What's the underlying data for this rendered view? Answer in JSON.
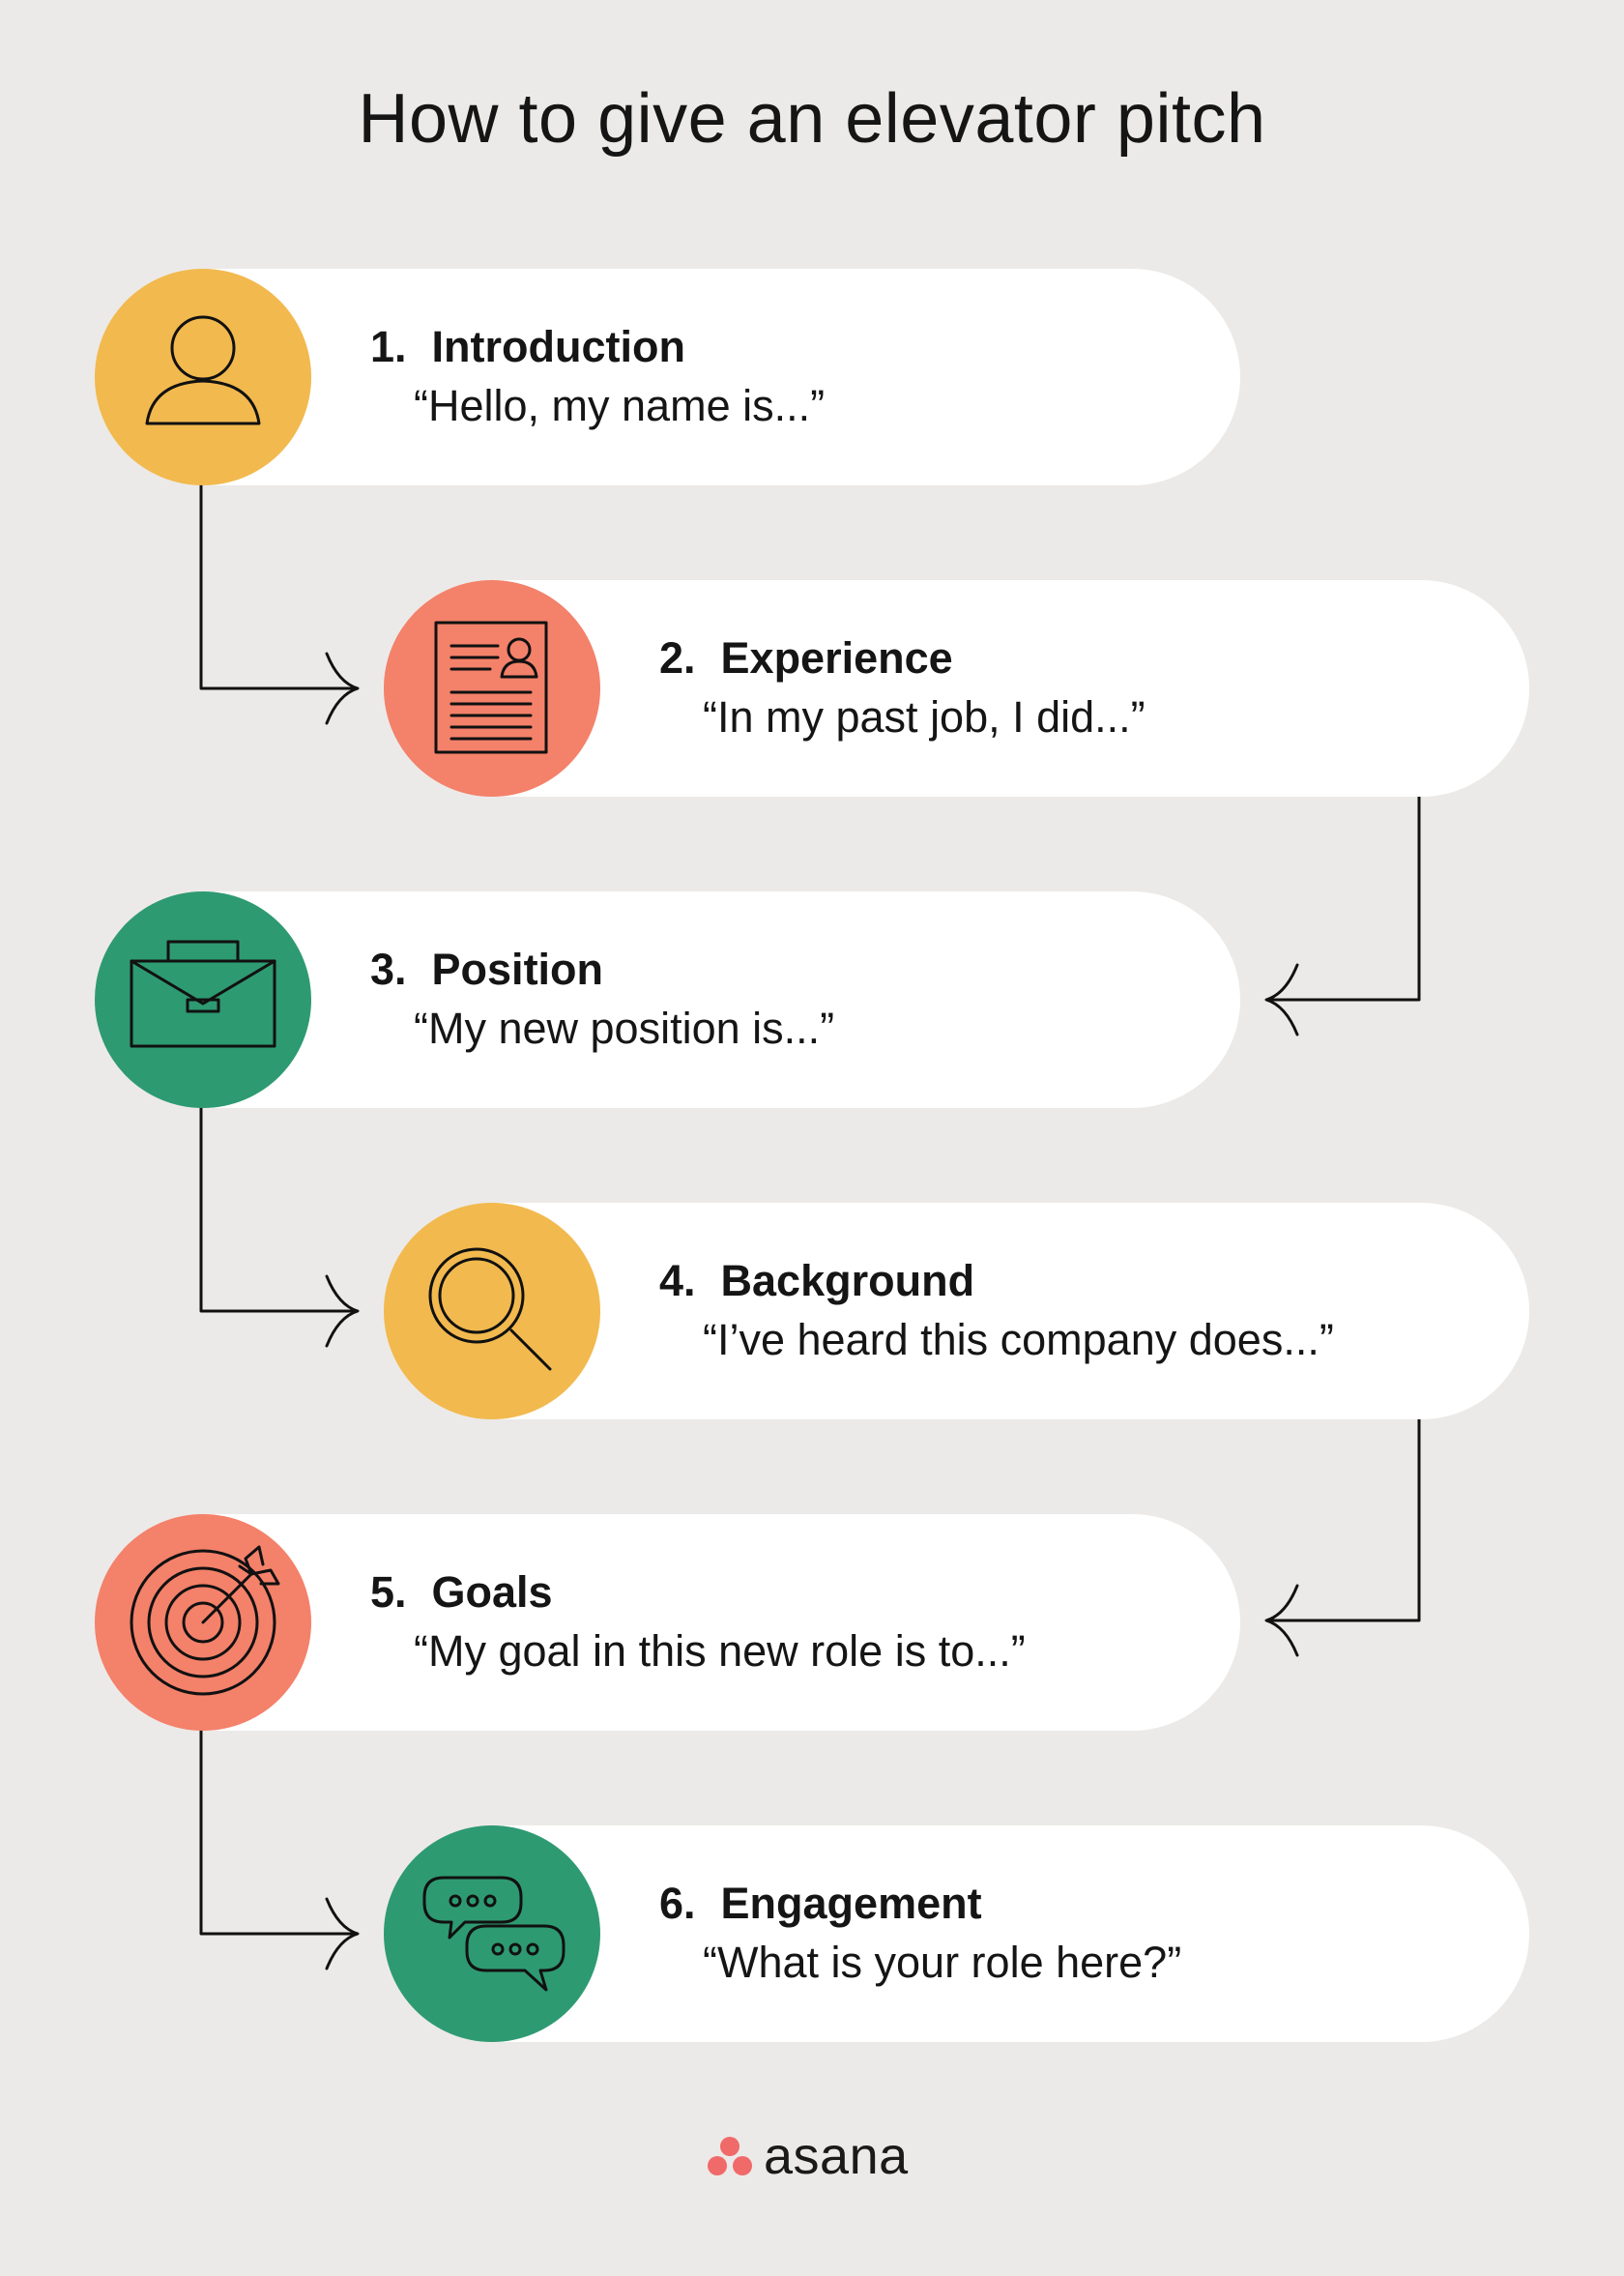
{
  "title": "How to give an elevator pitch",
  "colors": {
    "background": "#ECEAE8",
    "card": "#FFFFFF",
    "yellow": "#F2B94E",
    "coral": "#F4816A",
    "green": "#2E9A72",
    "logo": "#F06A6A"
  },
  "steps": [
    {
      "number": "1.",
      "title": "Introduction",
      "quote": "“Hello, my name is...”",
      "color": "#F2B94E",
      "icon": "person-icon"
    },
    {
      "number": "2.",
      "title": "Experience",
      "quote": "“In my past job, I did...”",
      "color": "#F4816A",
      "icon": "resume-icon"
    },
    {
      "number": "3.",
      "title": "Position",
      "quote": "“My new position is...”",
      "color": "#2E9A72",
      "icon": "briefcase-icon"
    },
    {
      "number": "4.",
      "title": "Background",
      "quote": "“I’ve heard this company does...”",
      "color": "#F2B94E",
      "icon": "magnifying-glass-icon"
    },
    {
      "number": "5.",
      "title": "Goals",
      "quote": "“My goal in this new role is to...”",
      "color": "#F4816A",
      "icon": "target-icon"
    },
    {
      "number": "6.",
      "title": "Engagement",
      "quote": "“What is your role here?”",
      "color": "#2E9A72",
      "icon": "chat-bubbles-icon"
    }
  ],
  "logo": {
    "text": "asana"
  }
}
